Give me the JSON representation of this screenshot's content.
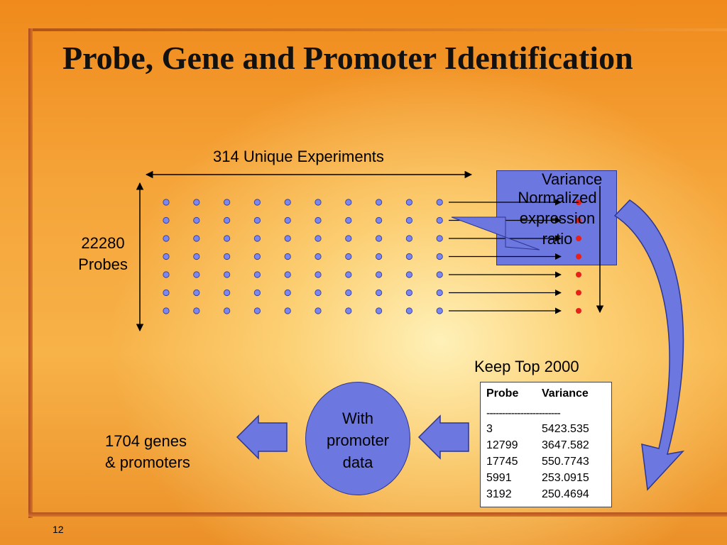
{
  "slide": {
    "title": "Probe, Gene and Promoter Identification",
    "page_number": "12"
  },
  "diagram": {
    "experiments_label": "314 Unique Experiments",
    "probes_label": "22280\nProbes",
    "variance_label": "Variance",
    "normalized_label": "Normalized\nexpression\nratio",
    "keep_label": "Keep Top 2000",
    "promoter_label": "With\npromoter\ndata",
    "result_label": "1704 genes\n& promoters",
    "colors": {
      "dot_fill": "#7b86ee",
      "red_dot": "#e8201a",
      "shape_fill": "#6d77e0"
    }
  },
  "variance_table": {
    "headers": [
      "Probe",
      "Variance"
    ],
    "separator": "------------------------",
    "rows": [
      [
        "3",
        "5423.535"
      ],
      [
        "12799",
        "3647.582"
      ],
      [
        "17745",
        "550.7743"
      ],
      [
        "5991",
        "253.0915"
      ],
      [
        "3192",
        "250.4694"
      ]
    ]
  }
}
